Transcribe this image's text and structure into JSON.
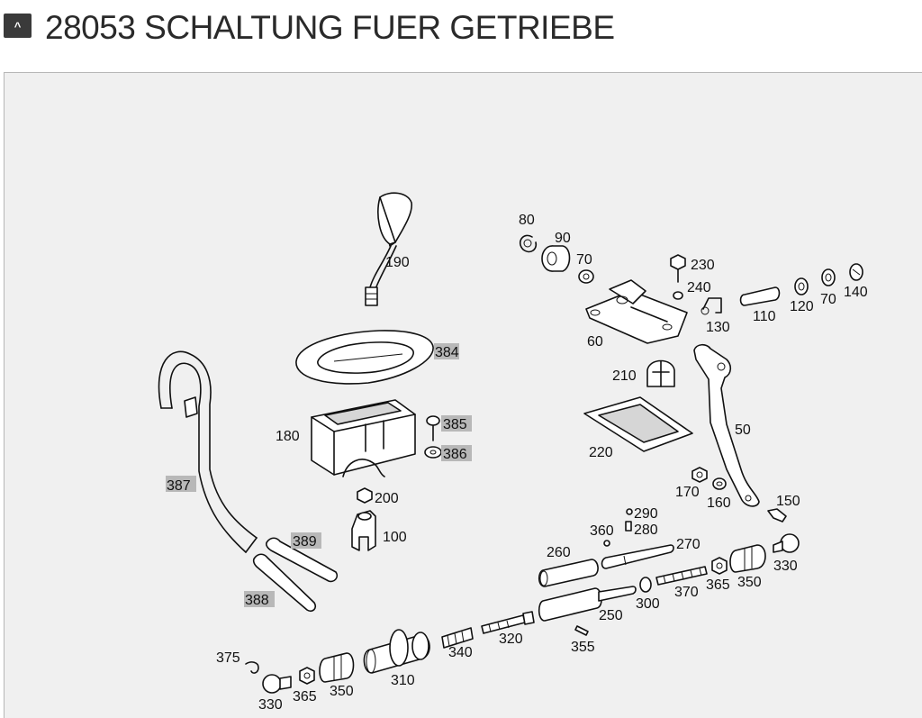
{
  "header": {
    "collapse_glyph": "^",
    "title": "28053 SCHALTUNG FUER GETRIEBE"
  },
  "diagram": {
    "labels": {
      "p80": "80",
      "p90": "90",
      "p70a": "70",
      "p230": "230",
      "p240": "240",
      "p120": "120",
      "p70b": "70",
      "p140": "140",
      "p110": "110",
      "p130": "130",
      "p60": "60",
      "p190": "190",
      "p384": "384",
      "p210": "210",
      "p50": "50",
      "p385": "385",
      "p386": "386",
      "p180": "180",
      "p220": "220",
      "p387": "387",
      "p200": "200",
      "p170": "170",
      "p160": "160",
      "p150": "150",
      "p290": "290",
      "p360": "360",
      "p280": "280",
      "p100": "100",
      "p389": "389",
      "p260": "260",
      "p270": "270",
      "p330a": "330",
      "p388": "388",
      "p365a": "365",
      "p350a": "350",
      "p370": "370",
      "p300": "300",
      "p250": "250",
      "p320": "320",
      "p340": "340",
      "p355": "355",
      "p375": "375",
      "p310": "310",
      "p350b": "350",
      "p365b": "365",
      "p330b": "330"
    }
  }
}
